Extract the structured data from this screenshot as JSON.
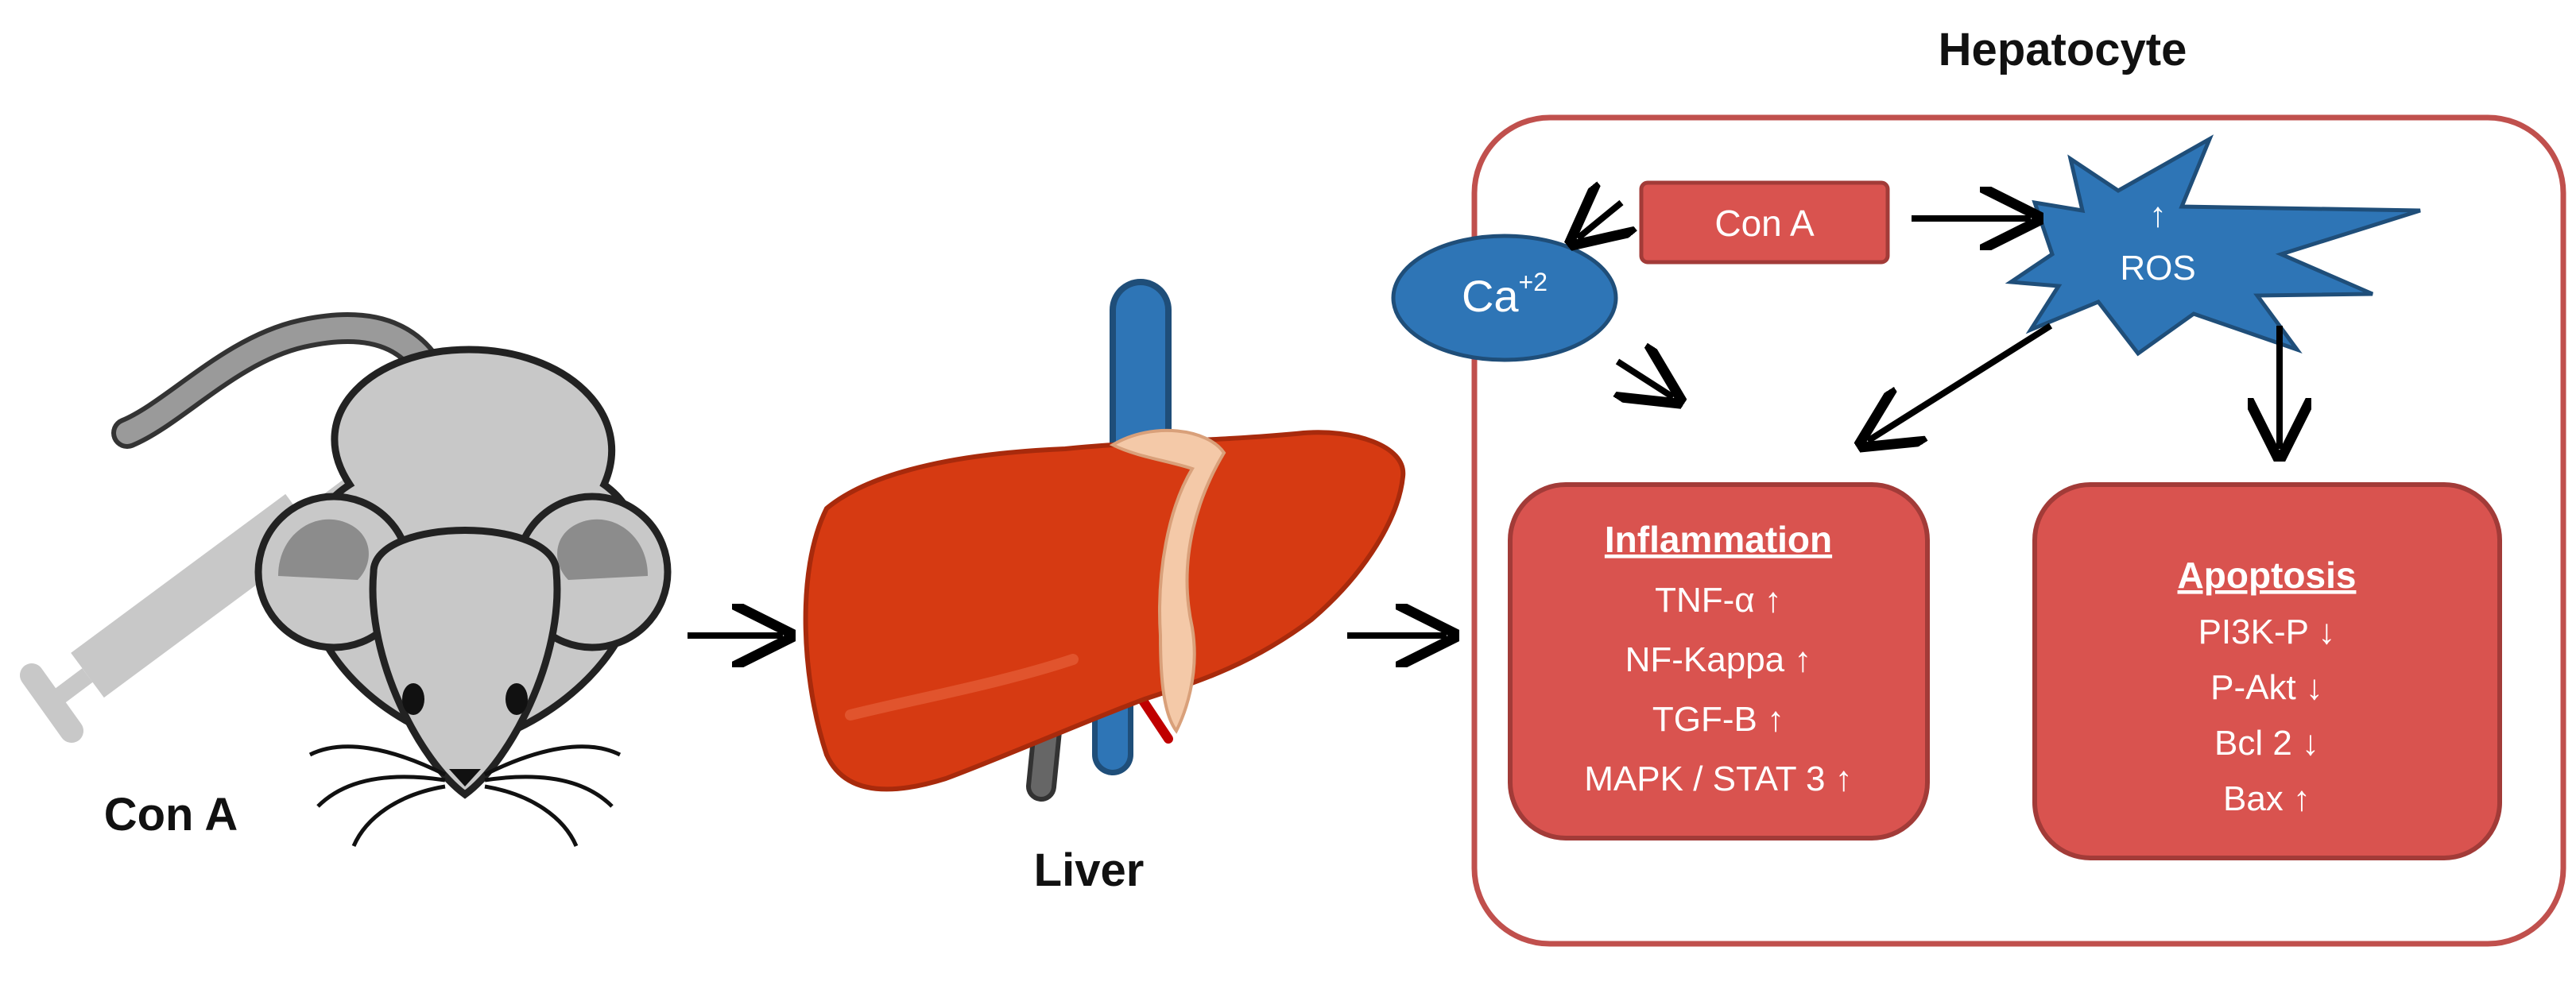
{
  "labels": {
    "mouse_caption": "Con A",
    "liver_caption": "Liver",
    "cell_title": "Hepatocyte"
  },
  "cell": {
    "con_a_box": "Con A",
    "calcium": {
      "base": "Ca",
      "charge": "+2"
    },
    "ros": {
      "arrow": "↑",
      "label": "ROS"
    }
  },
  "inflammation": {
    "title": "Inflammation",
    "items": [
      "TNF-α ↑",
      "NF-Kappa ↑",
      "TGF-B ↑",
      "MAPK / STAT 3 ↑"
    ]
  },
  "apoptosis": {
    "title": "Apoptosis",
    "items": [
      "PI3K-P ↓",
      "P-Akt ↓",
      "Bcl 2 ↓",
      "Bax ↑"
    ]
  },
  "colors": {
    "cell_border": "#c0504d",
    "box_fill": "#d9534f",
    "box_border": "#a23b38",
    "blue_fill": "#2e75b6",
    "blue_border": "#1f4e79",
    "liver": "#d63a12",
    "mouse_gray": "#c8c8c8"
  }
}
